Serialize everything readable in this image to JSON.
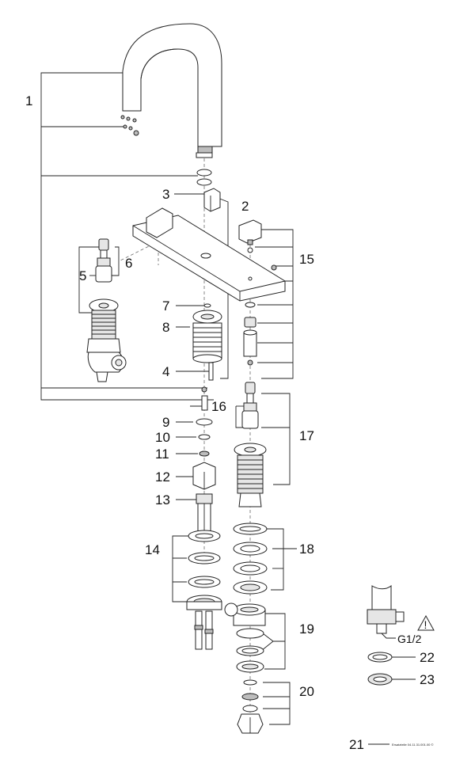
{
  "labels": {
    "l1": "1",
    "l2": "2",
    "l3": "3",
    "l4": "4",
    "l5": "5",
    "l6": "6",
    "l7": "7",
    "l8": "8",
    "l9": "9",
    "l10": "10",
    "l11": "11",
    "l12": "12",
    "l13": "13",
    "l14": "14",
    "l15": "15",
    "l16": "16",
    "l17": "17",
    "l18": "18",
    "l19": "19",
    "l20": "20",
    "l21": "21",
    "l22": "22",
    "l23": "23"
  },
  "thread_label": "G1/2",
  "footer_code": "Ersatzteile 04.11.31.001.00 ©",
  "warning_glyph": "!"
}
